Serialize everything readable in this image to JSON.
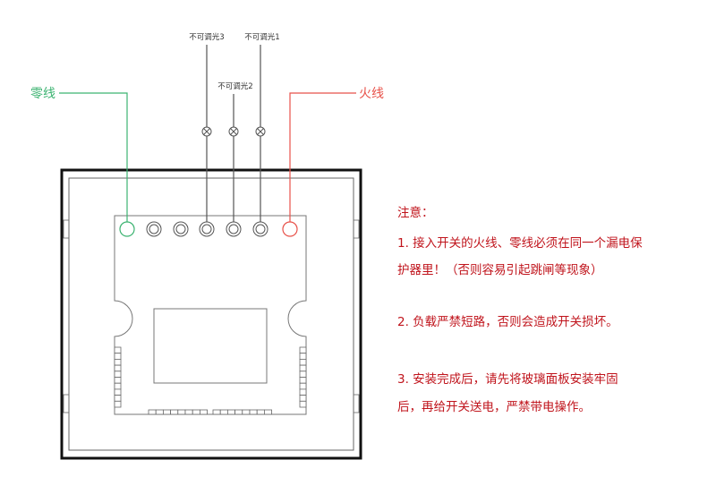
{
  "diagram": {
    "neutral_label": "零线",
    "live_label": "火线",
    "load_labels": [
      "不可调光3",
      "不可调光2",
      "不可调光1"
    ],
    "colors": {
      "neutral": "#3cb371",
      "live": "#e8524a",
      "wire": "#555555",
      "frame": "#111111",
      "outline": "#666666",
      "notes_text": "#c0141c"
    },
    "terminals": [
      "N",
      "blank",
      "blank",
      "L3",
      "L2",
      "L1",
      "L"
    ]
  },
  "notes": {
    "title": "注意：",
    "item1_line1": "1. 接入开关的火线、零线必须在同一个漏电保",
    "item1_line2": "护器里！（否则容易引起跳闸等现象）",
    "item2": "2.  负载严禁短路，否则会造成开关损坏。",
    "item3_line1": "3.  安装完成后，请先将玻璃面板安装牢固",
    "item3_line2": "后，再给开关送电，严禁带电操作。"
  }
}
